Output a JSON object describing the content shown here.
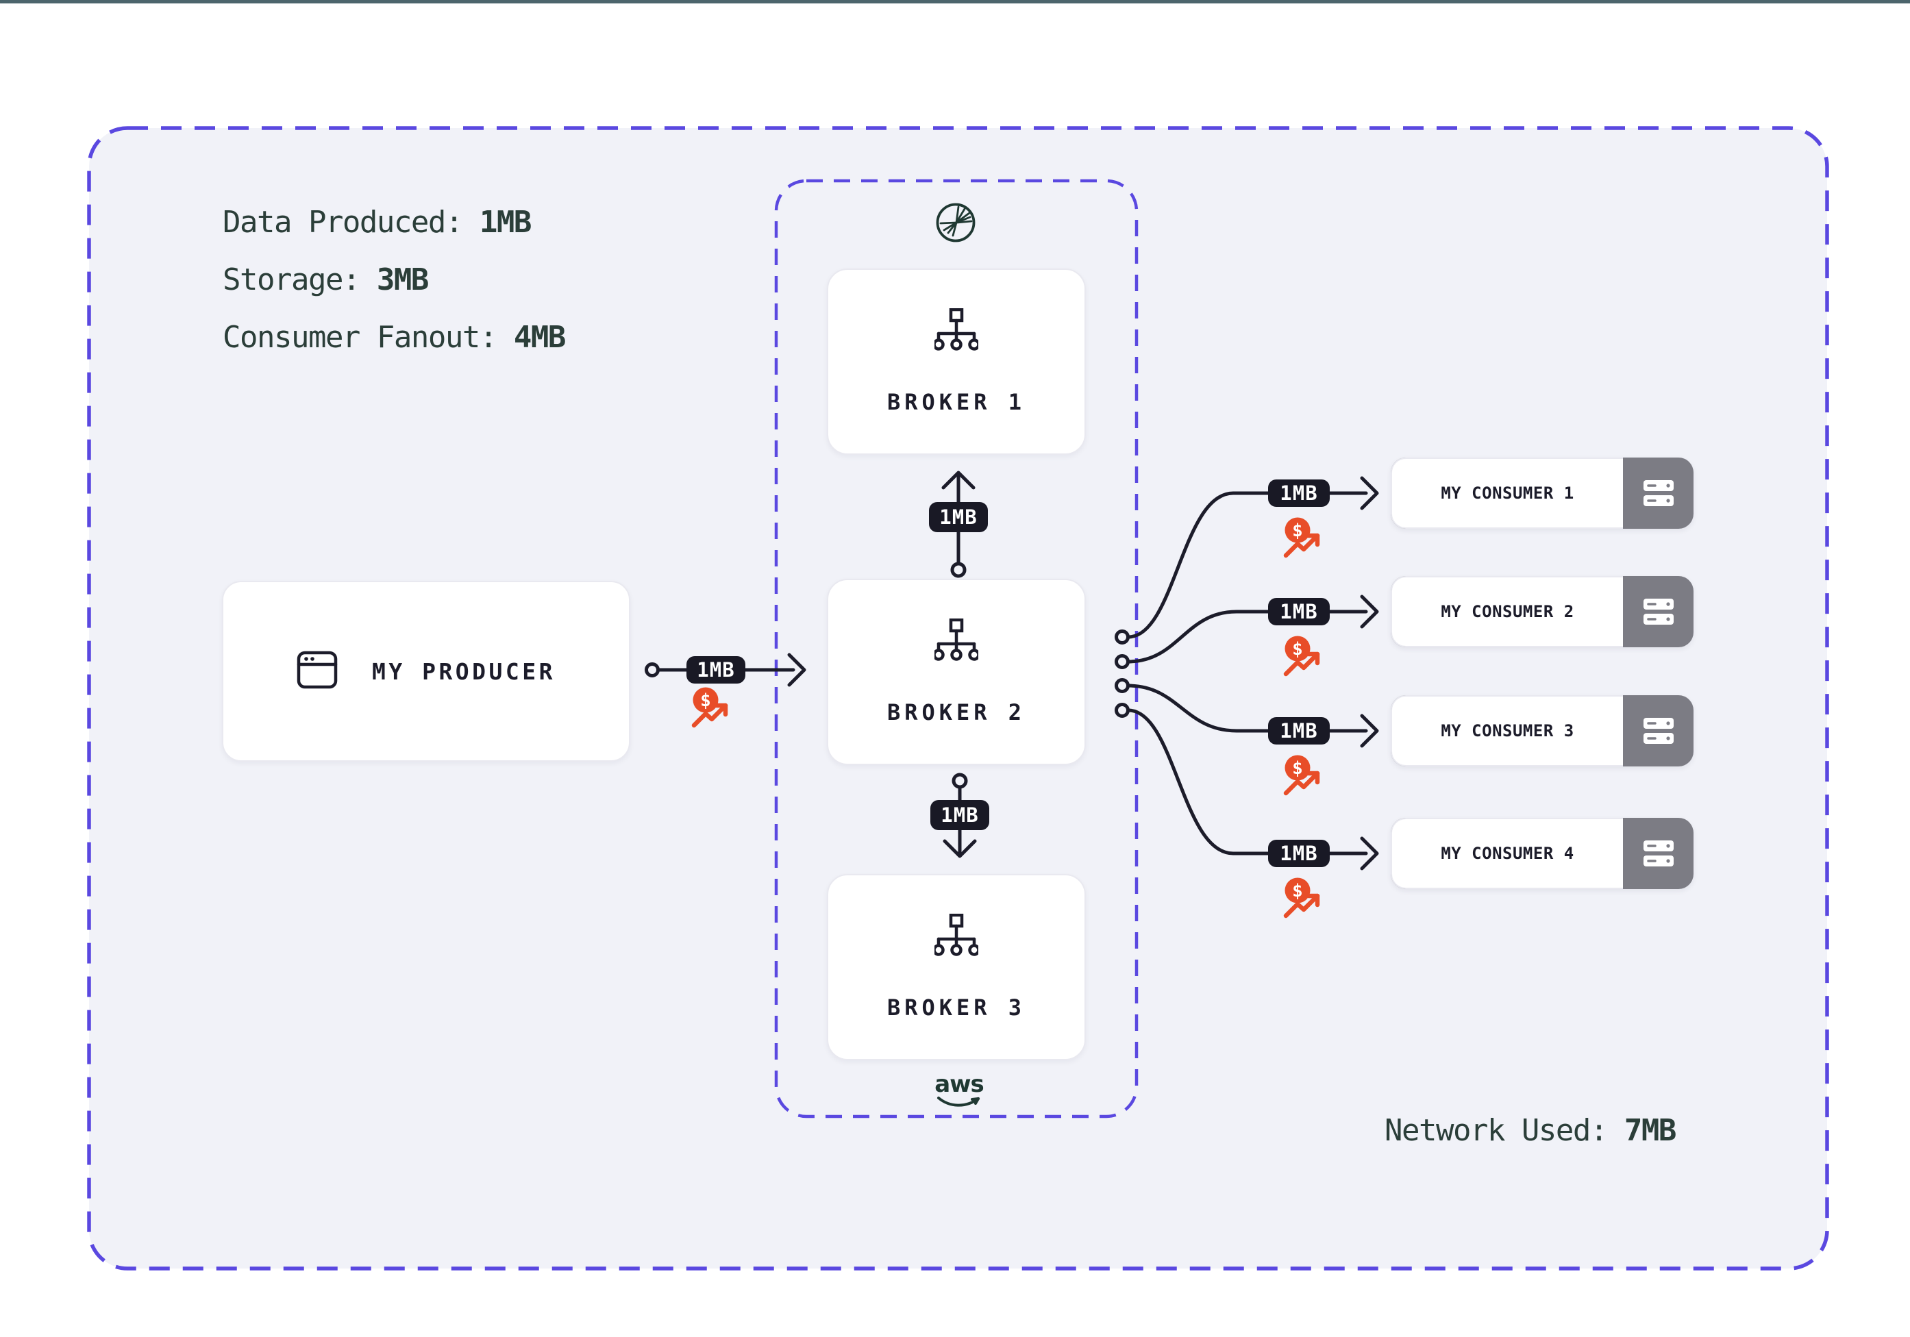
{
  "colors": {
    "accent_purple": "#5a48e0",
    "canvas_background": "#f1f2f8",
    "ink_navy": "#1c1c2a",
    "pill_background": "#191925",
    "cost_red": "#e84d28",
    "stats_green": "#2b3e39",
    "brand_green": "#1f3832",
    "consumer_gray": "#7c7c84",
    "top_bar_teal": "#4c656c"
  },
  "stats": {
    "items": [
      {
        "label": "Data Produced: ",
        "value": "1MB"
      },
      {
        "label": "Storage: ",
        "value": "3MB"
      },
      {
        "label": "Consumer Fanout: ",
        "value": "4MB"
      }
    ]
  },
  "producer": {
    "label": "MY PRODUCER",
    "icon": "browser-window-icon"
  },
  "cluster": {
    "platform_icon": "confluent-burst-icon",
    "provider_logo_text": "aws",
    "brokers": [
      {
        "label": "BROKER 1",
        "icon": "topic-hierarchy-icon"
      },
      {
        "label": "BROKER 2",
        "icon": "topic-hierarchy-icon"
      },
      {
        "label": "BROKER 3",
        "icon": "topic-hierarchy-icon"
      }
    ]
  },
  "transfers": {
    "produce": "1MB",
    "replicate_to_broker1": "1MB",
    "replicate_to_broker3": "1MB",
    "fanout": [
      "1MB",
      "1MB",
      "1MB",
      "1MB"
    ],
    "cost_icon": "dollar-trend-icon"
  },
  "consumers": {
    "items": [
      {
        "label": "MY CONSUMER 1",
        "icon": "server-icon"
      },
      {
        "label": "MY CONSUMER 2",
        "icon": "server-icon"
      },
      {
        "label": "MY CONSUMER 3",
        "icon": "server-icon"
      },
      {
        "label": "MY CONSUMER 4",
        "icon": "server-icon"
      }
    ]
  },
  "network": {
    "label": "Network Used: ",
    "value": "7MB"
  }
}
